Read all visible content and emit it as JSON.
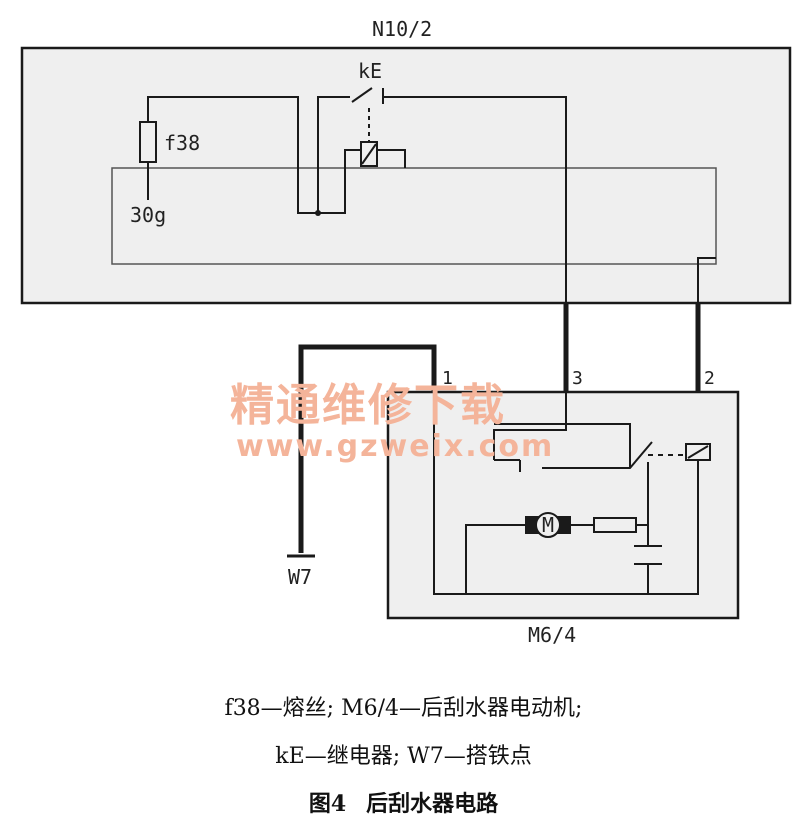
{
  "labels": {
    "module_top": "N10/2",
    "module_bottom": "M6/4",
    "fuse": "f38",
    "terminal": "30g",
    "relay": "kE",
    "ground": "W7",
    "pin1": "1",
    "pin2": "2",
    "pin3": "3",
    "motor": "M"
  },
  "watermark": {
    "title": "精通维修下载",
    "url": "www.gzweix.com"
  },
  "caption": {
    "line1": "f38—熔丝; M6/4—后刮水器电动机;",
    "line2": "kE—继电器; W7—搭铁点",
    "fig_num": "图4",
    "fig_title": "后刮水器电路"
  },
  "colors": {
    "box_fill": "#efefef",
    "wire": "#1a1a1a",
    "watermark": "#f4b49a"
  }
}
